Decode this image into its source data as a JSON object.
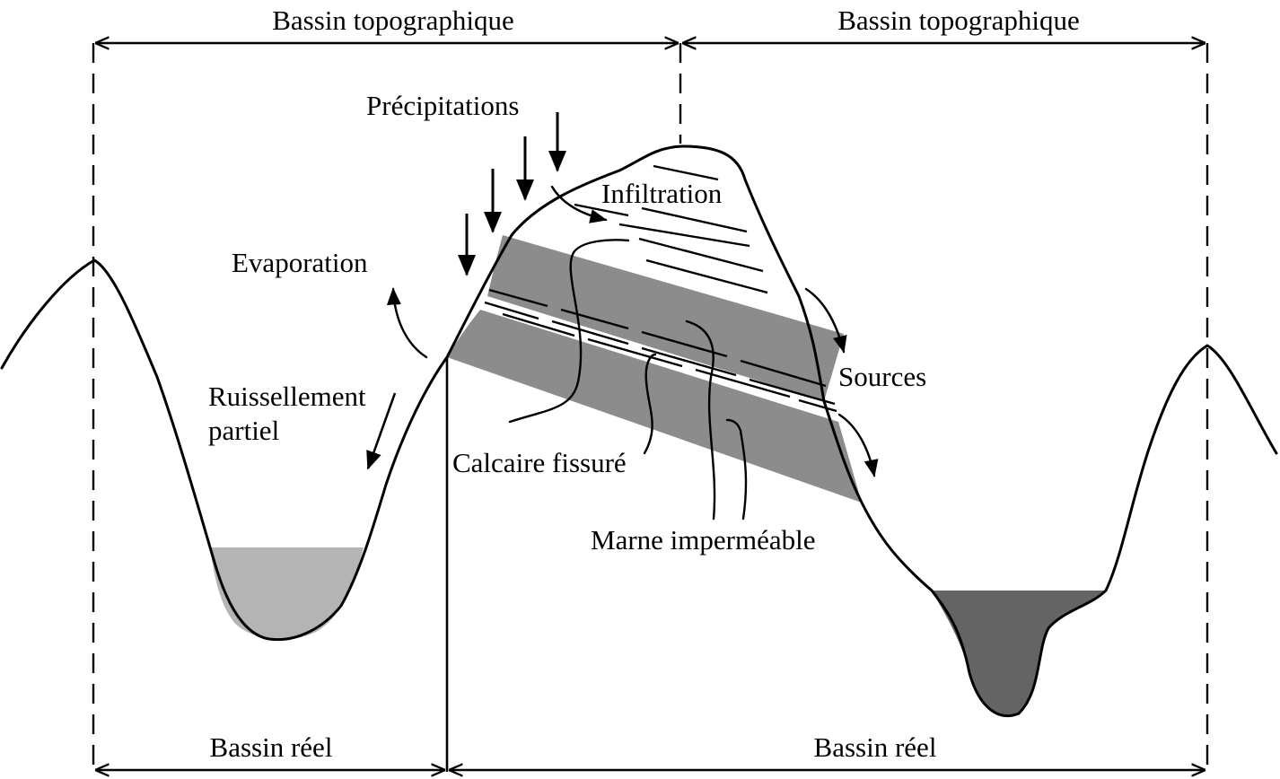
{
  "labels": {
    "top_left_basin": "Bassin topographique",
    "top_right_basin": "Bassin topographique",
    "bottom_left_basin": "Bassin réel",
    "bottom_right_basin": "Bassin réel",
    "precipitation": "Précipitations",
    "infiltration": "Infiltration",
    "evaporation": "Evaporation",
    "runoff_line1": "Ruissellement",
    "runoff_line2": "partiel",
    "sources": "Sources",
    "limestone": "Calcaire fissuré",
    "marl": "Marne imperméable"
  },
  "colors": {
    "line": "#000000",
    "rock_layer": "#8c8c8c",
    "left_water": "#b4b4b4",
    "right_water": "#646464",
    "background": "#ffffff"
  }
}
